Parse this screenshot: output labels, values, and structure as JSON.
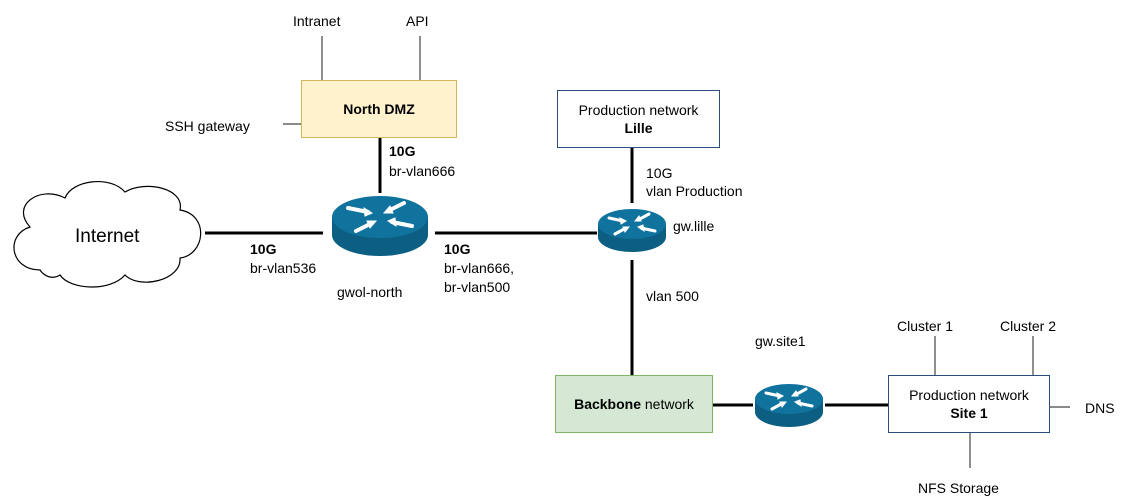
{
  "nodes": {
    "internet": "Internet",
    "north_dmz": "North DMZ",
    "lille_line1": "Production network",
    "lille_line2": "Lille",
    "backbone_bold": "Backbone",
    "backbone_rest": " network",
    "site1_line1": "Production network",
    "site1_line2": "Site 1",
    "gwol_north": "gwol-north",
    "gw_lille": "gw.lille",
    "gw_site1": "gw.site1"
  },
  "services": {
    "intranet": "Intranet",
    "api": "API",
    "ssh_gateway": "SSH gateway",
    "cluster1": "Cluster 1",
    "cluster2": "Cluster 2",
    "dns": "DNS",
    "nfs_storage": "NFS Storage"
  },
  "links": {
    "internet_speed": "10G",
    "internet_vlan": "br-vlan536",
    "dmz_speed": "10G",
    "dmz_vlan": "br-vlan666",
    "lille_link_speed": "10G",
    "lille_link_vlan1": "br-vlan666,",
    "lille_link_vlan2": "br-vlan500",
    "lille_prod_speed": "10G",
    "lille_prod_vlan": "vlan Production",
    "backbone_vlan": "vlan 500"
  },
  "colors": {
    "dmz_fill": "#fff2cc",
    "dmz_border": "#d6b656",
    "backbone_fill": "#d5e8d4",
    "backbone_border": "#82b366",
    "router_fill": "#10739e",
    "prod_border": "#2a4d7a"
  }
}
